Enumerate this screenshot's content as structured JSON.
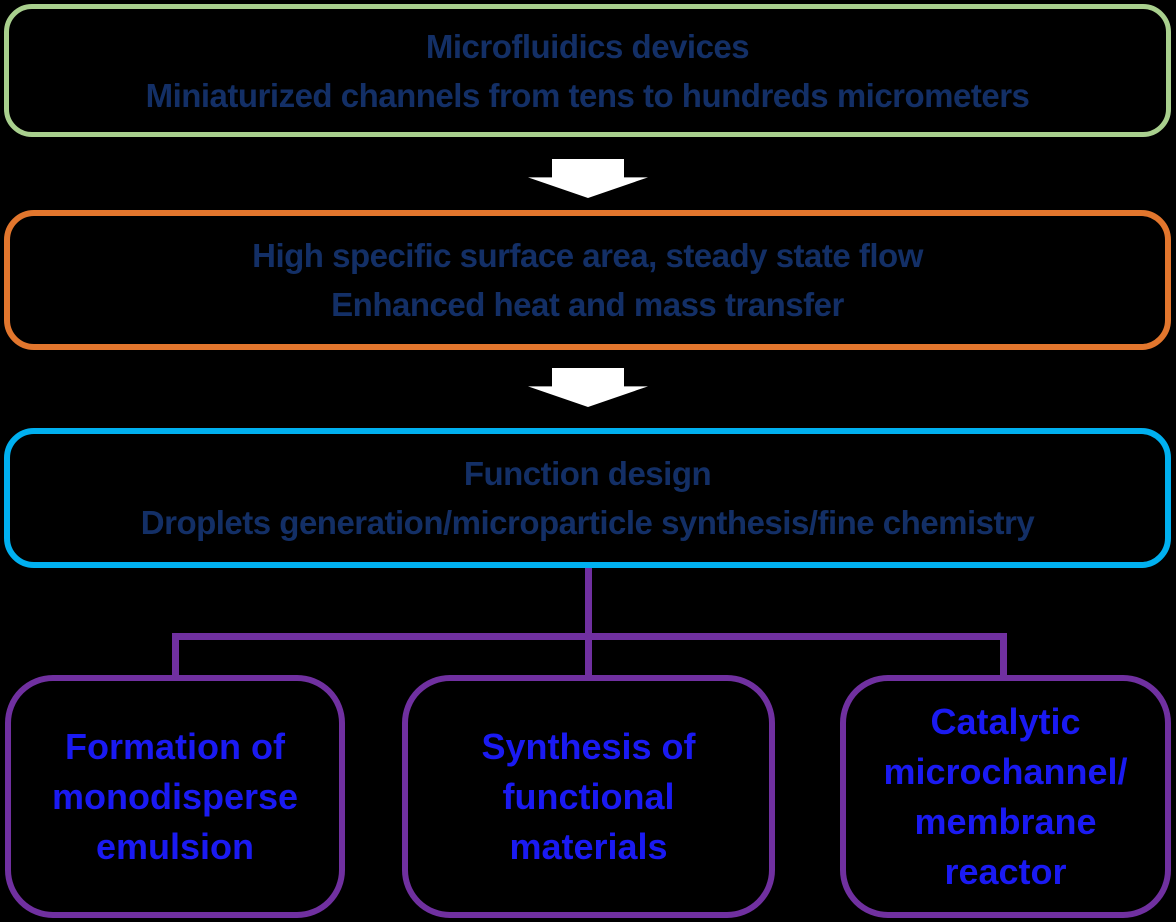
{
  "colors": {
    "background": "#000000",
    "box1_border": "#a9d08e",
    "box2_border": "#e2762d",
    "box3_border": "#00b0f0",
    "bottom_border": "#7030a0",
    "connector": "#7030a0",
    "top_text": "#132f66",
    "bottom_text": "#1a1af2",
    "arrow": "#ffffff"
  },
  "flowchart": {
    "top_boxes": [
      {
        "id": "microfluidics-devices",
        "lines": [
          "Microfluidics devices",
          "Miniaturized channels from tens to hundreds micrometers"
        ]
      },
      {
        "id": "surface-area",
        "lines": [
          "High specific surface area, steady state flow",
          "Enhanced heat and mass transfer"
        ]
      },
      {
        "id": "function-design",
        "lines": [
          "Function design",
          "Droplets generation/microparticle synthesis/fine chemistry"
        ]
      }
    ],
    "bottom_boxes": [
      {
        "id": "monodisperse-emulsion",
        "lines": [
          "Formation of",
          "monodisperse",
          "emulsion"
        ]
      },
      {
        "id": "functional-materials",
        "lines": [
          "Synthesis of",
          "functional",
          "materials"
        ]
      },
      {
        "id": "catalytic-reactor",
        "lines": [
          "Catalytic",
          "microchannel/",
          "membrane",
          "reactor"
        ]
      }
    ]
  }
}
